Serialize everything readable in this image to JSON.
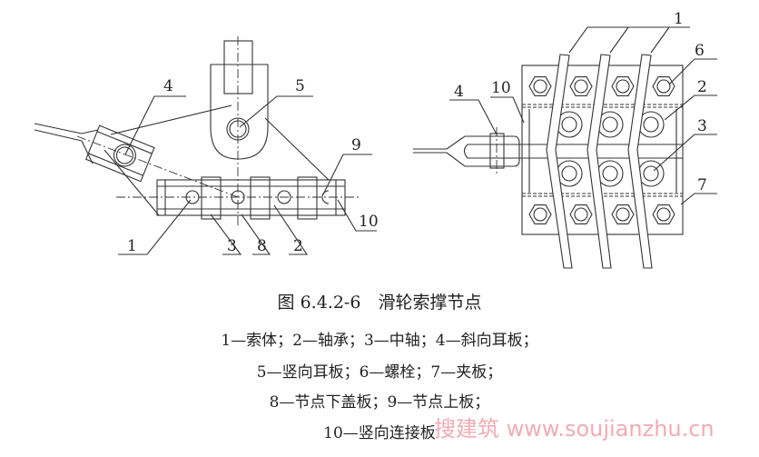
{
  "figure": {
    "title": "图 6.4.2-6　滑轮索撑节点",
    "legend_lines": [
      "1—索体；2—轴承；3—中轴；4—斜向耳板；",
      "5—竖向耳板；6—螺栓；7—夹板；",
      "8—节点下盖板；9—节点上板；",
      "10—竖向连接板"
    ]
  },
  "left_view": {
    "labels": [
      "4",
      "5",
      "9",
      "10",
      "1",
      "3",
      "8",
      "2"
    ]
  },
  "right_view": {
    "labels": [
      "1",
      "6",
      "2",
      "3",
      "7",
      "10",
      "4"
    ]
  },
  "watermark": "搜建筑 www.soujianzhu.cn"
}
